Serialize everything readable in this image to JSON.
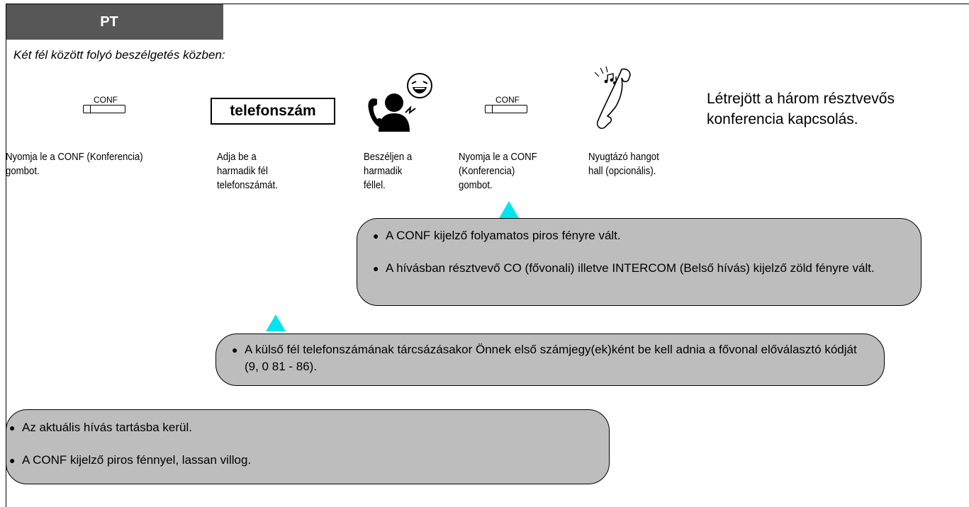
{
  "header": {
    "tab_label": "PT"
  },
  "intro": "Két fél között folyó beszélgetés közben:",
  "icons": {
    "conf_label": "CONF",
    "telephone_number_box": "telefonszám",
    "speaker_icon": "person-talking-phone-icon",
    "handset_icon": "handset-ringing-music-icon"
  },
  "result_text": [
    "Létrejött a három résztvevős",
    "konferencia kapcsolás."
  ],
  "steps": [
    {
      "text": "Nyomja le a CONF (Konferencia)\ngombot."
    },
    {
      "text": "Adja be a\nharmadik fél\ntelefonszámát."
    },
    {
      "text": "Beszéljen a\nharmadik\nféllel."
    },
    {
      "text": "Nyomja le a CONF\n(Konferencia)\ngombot."
    },
    {
      "text": "Nyugtázó hangot\nhall (opcionális)."
    }
  ],
  "notes": {
    "conf_step2": [
      "A CONF kijelző folyamatos piros fényre vált.",
      "A hívásban résztvevő CO (fővonali) illetve INTERCOM (Belső hívás) kijelző zöld fényre vált."
    ],
    "dial": [
      "A külső fél telefonszámának tárcsázásakor Önnek első számjegy(ek)ként be kell adnia a fővonal előválasztó kódját (9, 0 81 - 86)."
    ],
    "conf_step1": [
      "Az aktuális hívás tartásba kerül.",
      "A CONF kijelző piros fénnyel, lassan villog."
    ]
  },
  "bullet_char": "●",
  "colors": {
    "header_bg": "#575757",
    "note_bg": "#bdbdbd",
    "pointer": "#00e5ee"
  }
}
